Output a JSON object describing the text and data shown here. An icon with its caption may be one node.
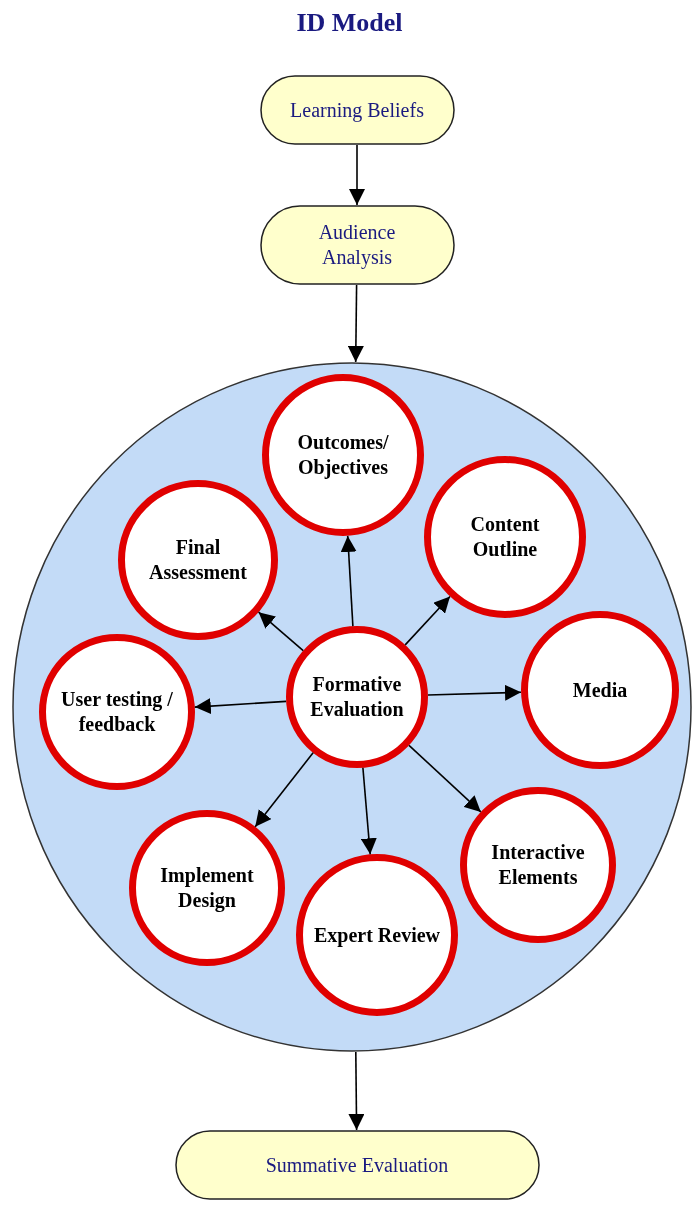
{
  "diagram": {
    "title": "ID Model",
    "nodes": [
      {
        "text": [
          "Learning Beliefs"
        ]
      },
      {
        "text": [
          "Audience Analysis"
        ]
      },
      {
        "text": [],
        "shape": "circle"
      },
      {
        "text": [
          "Outcomes/ Objectives"
        ],
        "in": 2
      },
      {
        "text": [
          "Content Outline"
        ],
        "in": 2
      },
      {
        "text": [
          "Media"
        ],
        "in": 2
      },
      {
        "text": [
          "Interactive Elements"
        ],
        "in": 2
      },
      {
        "text": [
          "Expert Review"
        ],
        "in": 2
      },
      {
        "text": [
          "Implement Design"
        ],
        "in": 2
      },
      {
        "text": [
          "User testing / feedback"
        ],
        "in": 2
      },
      {
        "text": [
          "Final Assessment"
        ],
        "in": 2
      },
      {
        "text": [
          "Formative Evaluation"
        ],
        "in": 2
      },
      {
        "text": [
          "Summative Evaluation"
        ]
      }
    ],
    "edges": [
      {
        "from": 0,
        "to": 1,
        "arrow": "to"
      },
      {
        "from": 1,
        "to": 2,
        "arrow": "to"
      },
      {
        "from": 11,
        "to": 3,
        "arrow": "to"
      },
      {
        "from": 11,
        "to": 4,
        "arrow": "to"
      },
      {
        "from": 11,
        "to": 5,
        "arrow": "to"
      },
      {
        "from": 11,
        "to": 6,
        "arrow": "to"
      },
      {
        "from": 11,
        "to": 7,
        "arrow": "to"
      },
      {
        "from": 11,
        "to": 8,
        "arrow": "to"
      },
      {
        "from": 11,
        "to": 9,
        "arrow": "to"
      },
      {
        "from": 11,
        "to": 10,
        "arrow": "to"
      },
      {
        "from": 2,
        "to": 12,
        "arrow": "to"
      }
    ]
  }
}
